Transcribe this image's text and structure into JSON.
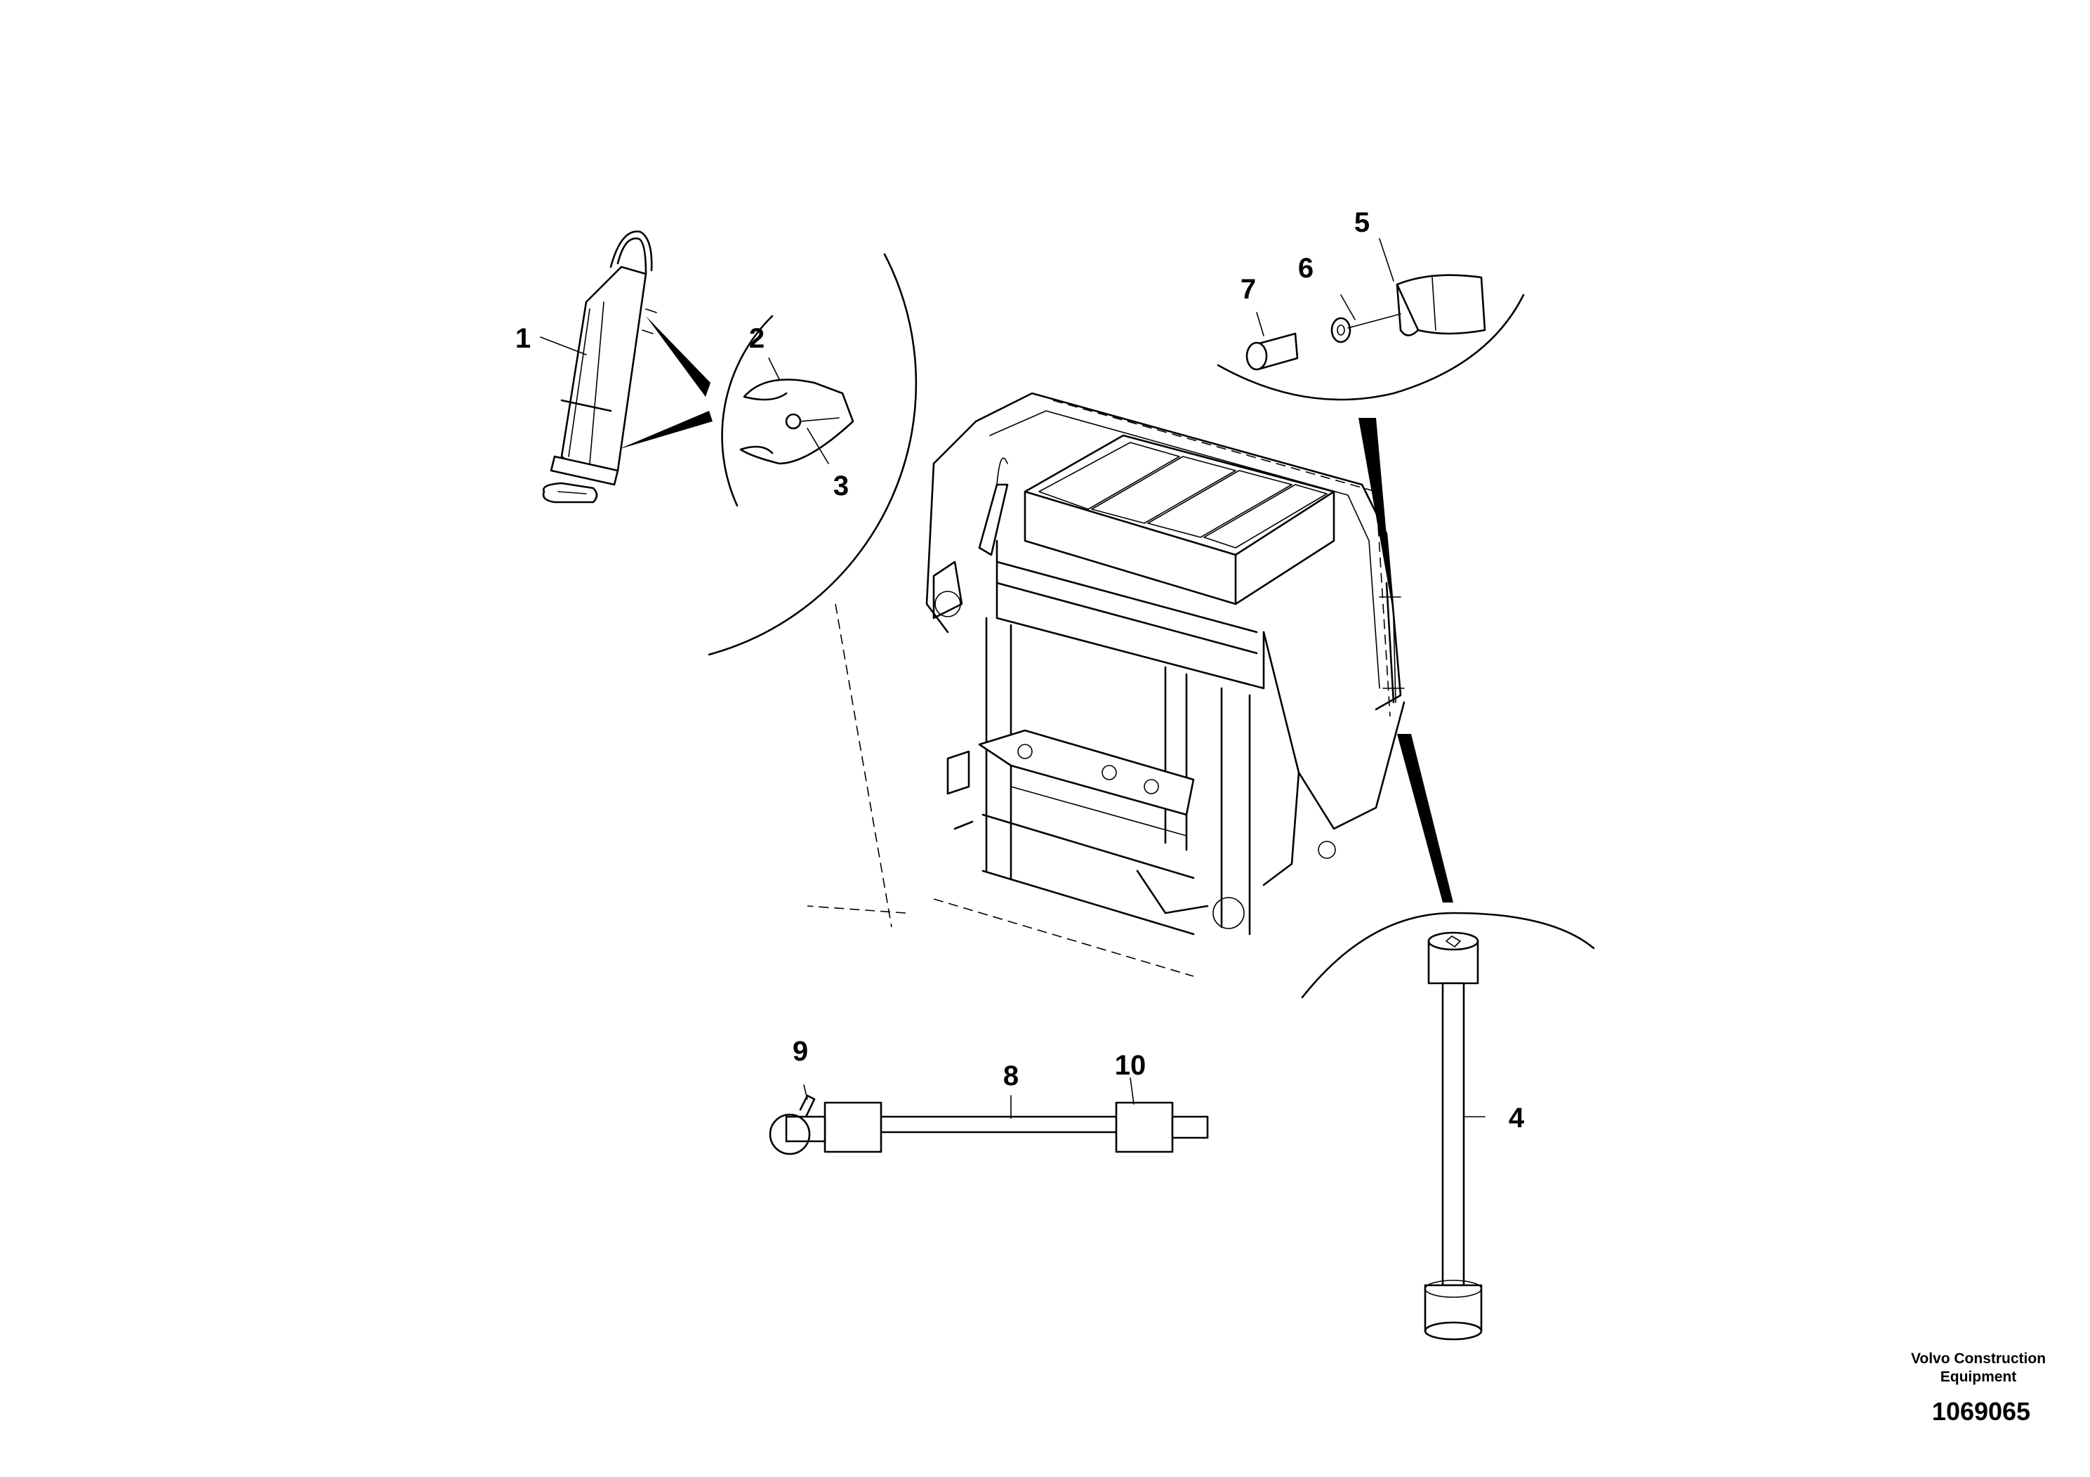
{
  "diagram": {
    "callouts": [
      "1",
      "2",
      "3",
      "4",
      "5",
      "6",
      "7",
      "8",
      "9",
      "10"
    ]
  },
  "footer": {
    "brand_line1": "Volvo Construction",
    "brand_line2": "Equipment",
    "document_number": "1069065"
  }
}
